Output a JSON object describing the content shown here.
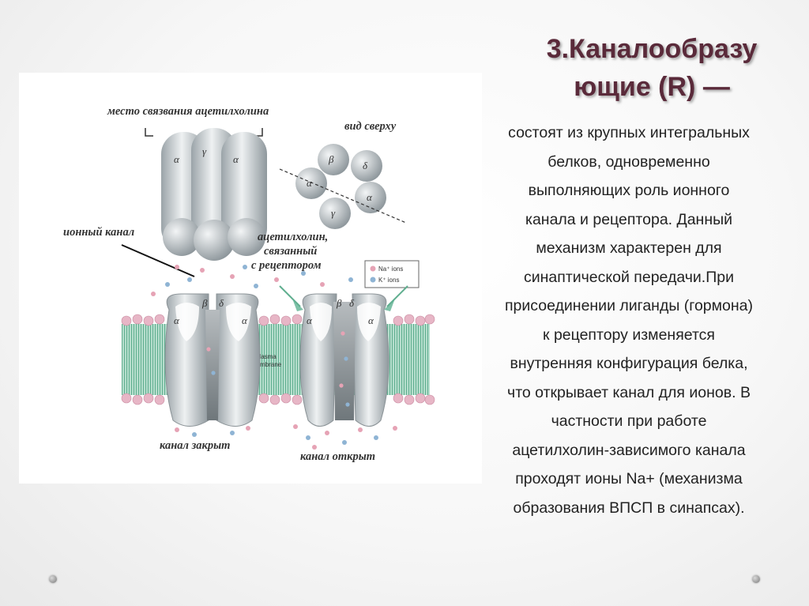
{
  "slide": {
    "title_line1": "3.Каналообразу",
    "title_line2": "ющие (R) —",
    "body_lines": [
      "состоят из крупных интегральных",
      "белков, одновременно",
      "выполняющих роль ионного",
      "канала и рецептора. Данный",
      "механизм характерен для",
      "синаптической передачи.При",
      "присоединении лиганды (гормона)",
      "к рецептору изменяется",
      "внутренняя конфигурация белка,",
      "что открывает канал для ионов. В",
      "частности при работе",
      "ацетилхолин-зависимого канала",
      "проходят ионы Na+ (механизма",
      "образования ВПСП в синапсах)."
    ]
  },
  "figure": {
    "label_binding_site": "место связвания ацетилхолина",
    "label_top_view": "вид сверху",
    "label_ion_channel": "ионный канал",
    "label_ach_bound_1": "ацетилхолин,",
    "label_ach_bound_2": "связанный",
    "label_ach_bound_3": "с рецептором",
    "label_channel_closed": "канал закрыт",
    "label_channel_open": "канал открыт",
    "label_plasma_membrane_1": "plasma",
    "label_plasma_membrane_2": "membrane",
    "legend_na": "Na⁺ ions",
    "legend_k": "K⁺ ions",
    "greek_alpha": "α",
    "greek_beta": "β",
    "greek_gamma": "γ",
    "greek_delta": "δ",
    "colors": {
      "protein": "#c9cfd3",
      "membrane_head": "#e7b6c6",
      "membrane_tail": "#7fc1a8",
      "na_ion": "#e6a3b5",
      "k_ion": "#8fb4d4"
    }
  }
}
